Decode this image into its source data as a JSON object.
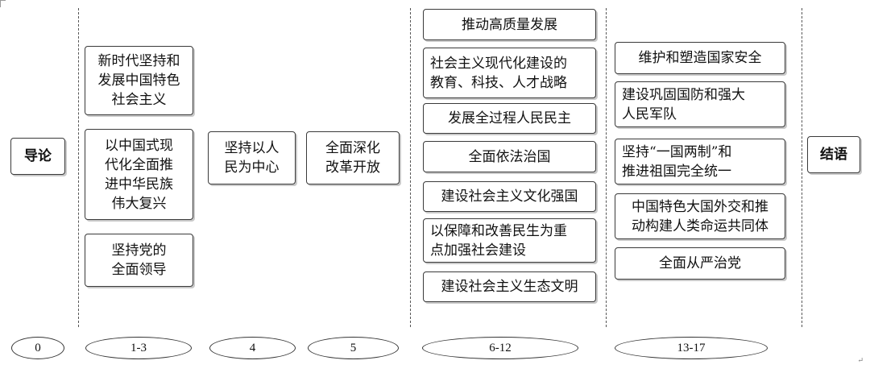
{
  "intro": "导论",
  "conclusion": "结语",
  "col_1_3": [
    "新时代坚持和\n发展中国特色\n社会主义",
    "以中国式现\n代化全面推\n进中华民族\n伟大复兴",
    "坚持党的\n全面领导"
  ],
  "col_4": "坚持以人\n民为中心",
  "col_5": "全面深化\n改革开放",
  "col_6_12": [
    "推动高质量发展",
    "社会主义现代化建设的\n教育、科技、人才战略",
    "发展全过程人民民主",
    "全面依法治国",
    "建设社会主义文化强国",
    "以保障和改善民生为重\n点加强社会建设",
    "建设社会主义生态文明"
  ],
  "col_13_17": [
    "维护和塑造国家安全",
    "建设巩固国防和强大\n人民军队",
    "坚持“一国两制”和\n推进祖国完全统一",
    "中国特色大国外交和推\n动构建人类命运共同体",
    "全面从严治党"
  ],
  "chapters": [
    "0",
    "1-3",
    "4",
    "5",
    "6-12",
    "13-17"
  ],
  "para_mark": "↵"
}
